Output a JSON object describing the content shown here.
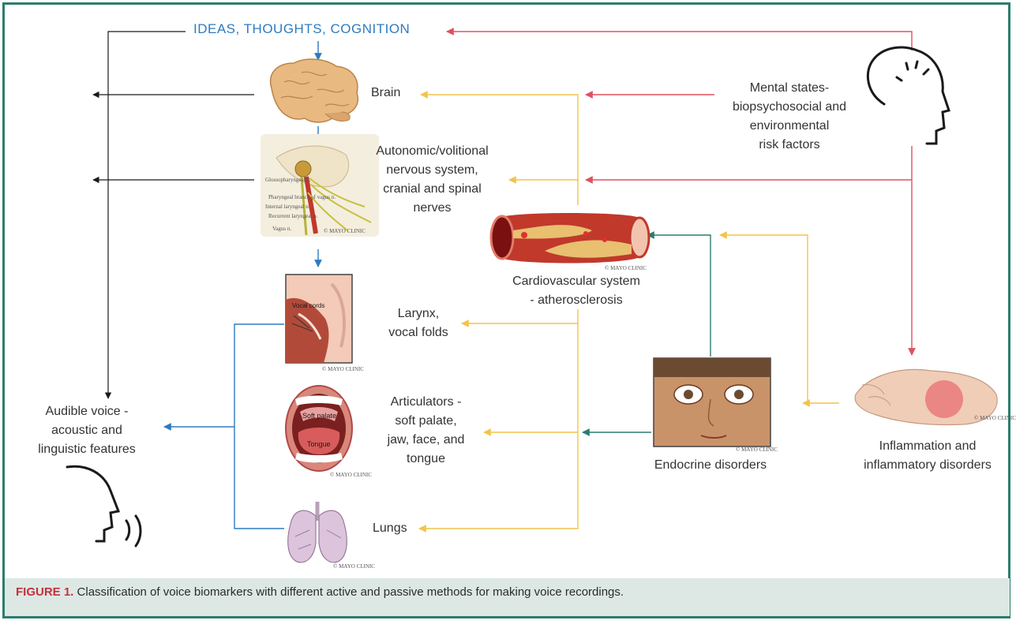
{
  "diagram": {
    "top_label": "IDEAS, THOUGHTS, COGNITION",
    "nodes": {
      "brain": "Brain",
      "nervous_system": [
        "Autonomic/volitional",
        "nervous system,",
        "cranial and spinal",
        "nerves"
      ],
      "cardiovascular": [
        "Cardiovascular system",
        "- atherosclerosis"
      ],
      "larynx": [
        "Larynx,",
        "vocal folds"
      ],
      "articulators": [
        "Articulators -",
        "soft palate,",
        "jaw, face, and",
        "tongue"
      ],
      "lungs": "Lungs",
      "mental_states": [
        "Mental states-",
        "biopsychosocial and",
        "environmental",
        "risk factors"
      ],
      "endocrine": "Endocrine disorders",
      "inflammation": [
        "Inflammation and",
        "inflammatory disorders"
      ],
      "audible_voice": [
        "Audible voice -",
        "acoustic and",
        "linguistic features"
      ]
    },
    "illustration_text": {
      "mayo": "© MAYO CLINIC",
      "vocal_cords": "Vocal cords",
      "soft_palate": "Soft palate",
      "tongue": "Tongue",
      "nerve_labels": [
        "Glossopharyngeal n.",
        "Pharyngeal branch of vagus n.",
        "Internal laryngeal n.",
        "Recurrent laryngeal n.",
        "Vagus n."
      ]
    }
  },
  "caption": {
    "label": "FIGURE 1.",
    "text": " Classification of voice biomarkers with different active and passive methods for making voice recordings."
  },
  "colors": {
    "frame": "#2a7d6f",
    "blue": "#2e7bbf",
    "red": "#e0505f",
    "yellow": "#f2c44a",
    "green": "#2a7d6f",
    "black": "#1a1a1a",
    "caption_bg": "#dde8e4",
    "caption_label": "#c62f3b"
  }
}
